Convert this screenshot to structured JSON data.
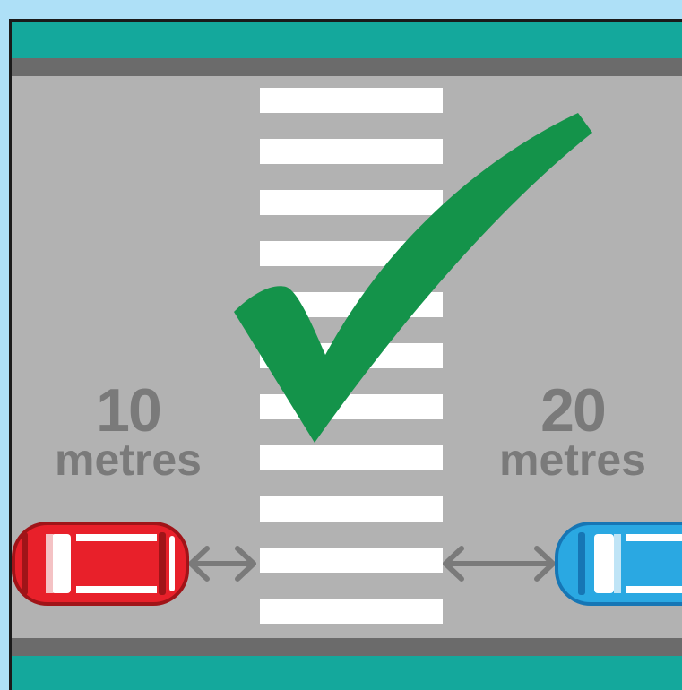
{
  "left_distance": {
    "value": "10",
    "unit": "metres"
  },
  "right_distance": {
    "value": "20",
    "unit": "metres"
  },
  "icons": {
    "checkmark": "check-icon",
    "left_car": "red-car-icon",
    "right_car": "blue-car-icon",
    "arrows": "double-arrow-icon"
  },
  "colors": {
    "road": "#b2b2b2",
    "verge": "#14a89c",
    "curb": "#6b6b6b",
    "crossing_stripe": "#ffffff",
    "check": "#14934a",
    "left_car": "#e8202a",
    "right_car": "#2aa8e2",
    "label": "#7a7a7a"
  }
}
